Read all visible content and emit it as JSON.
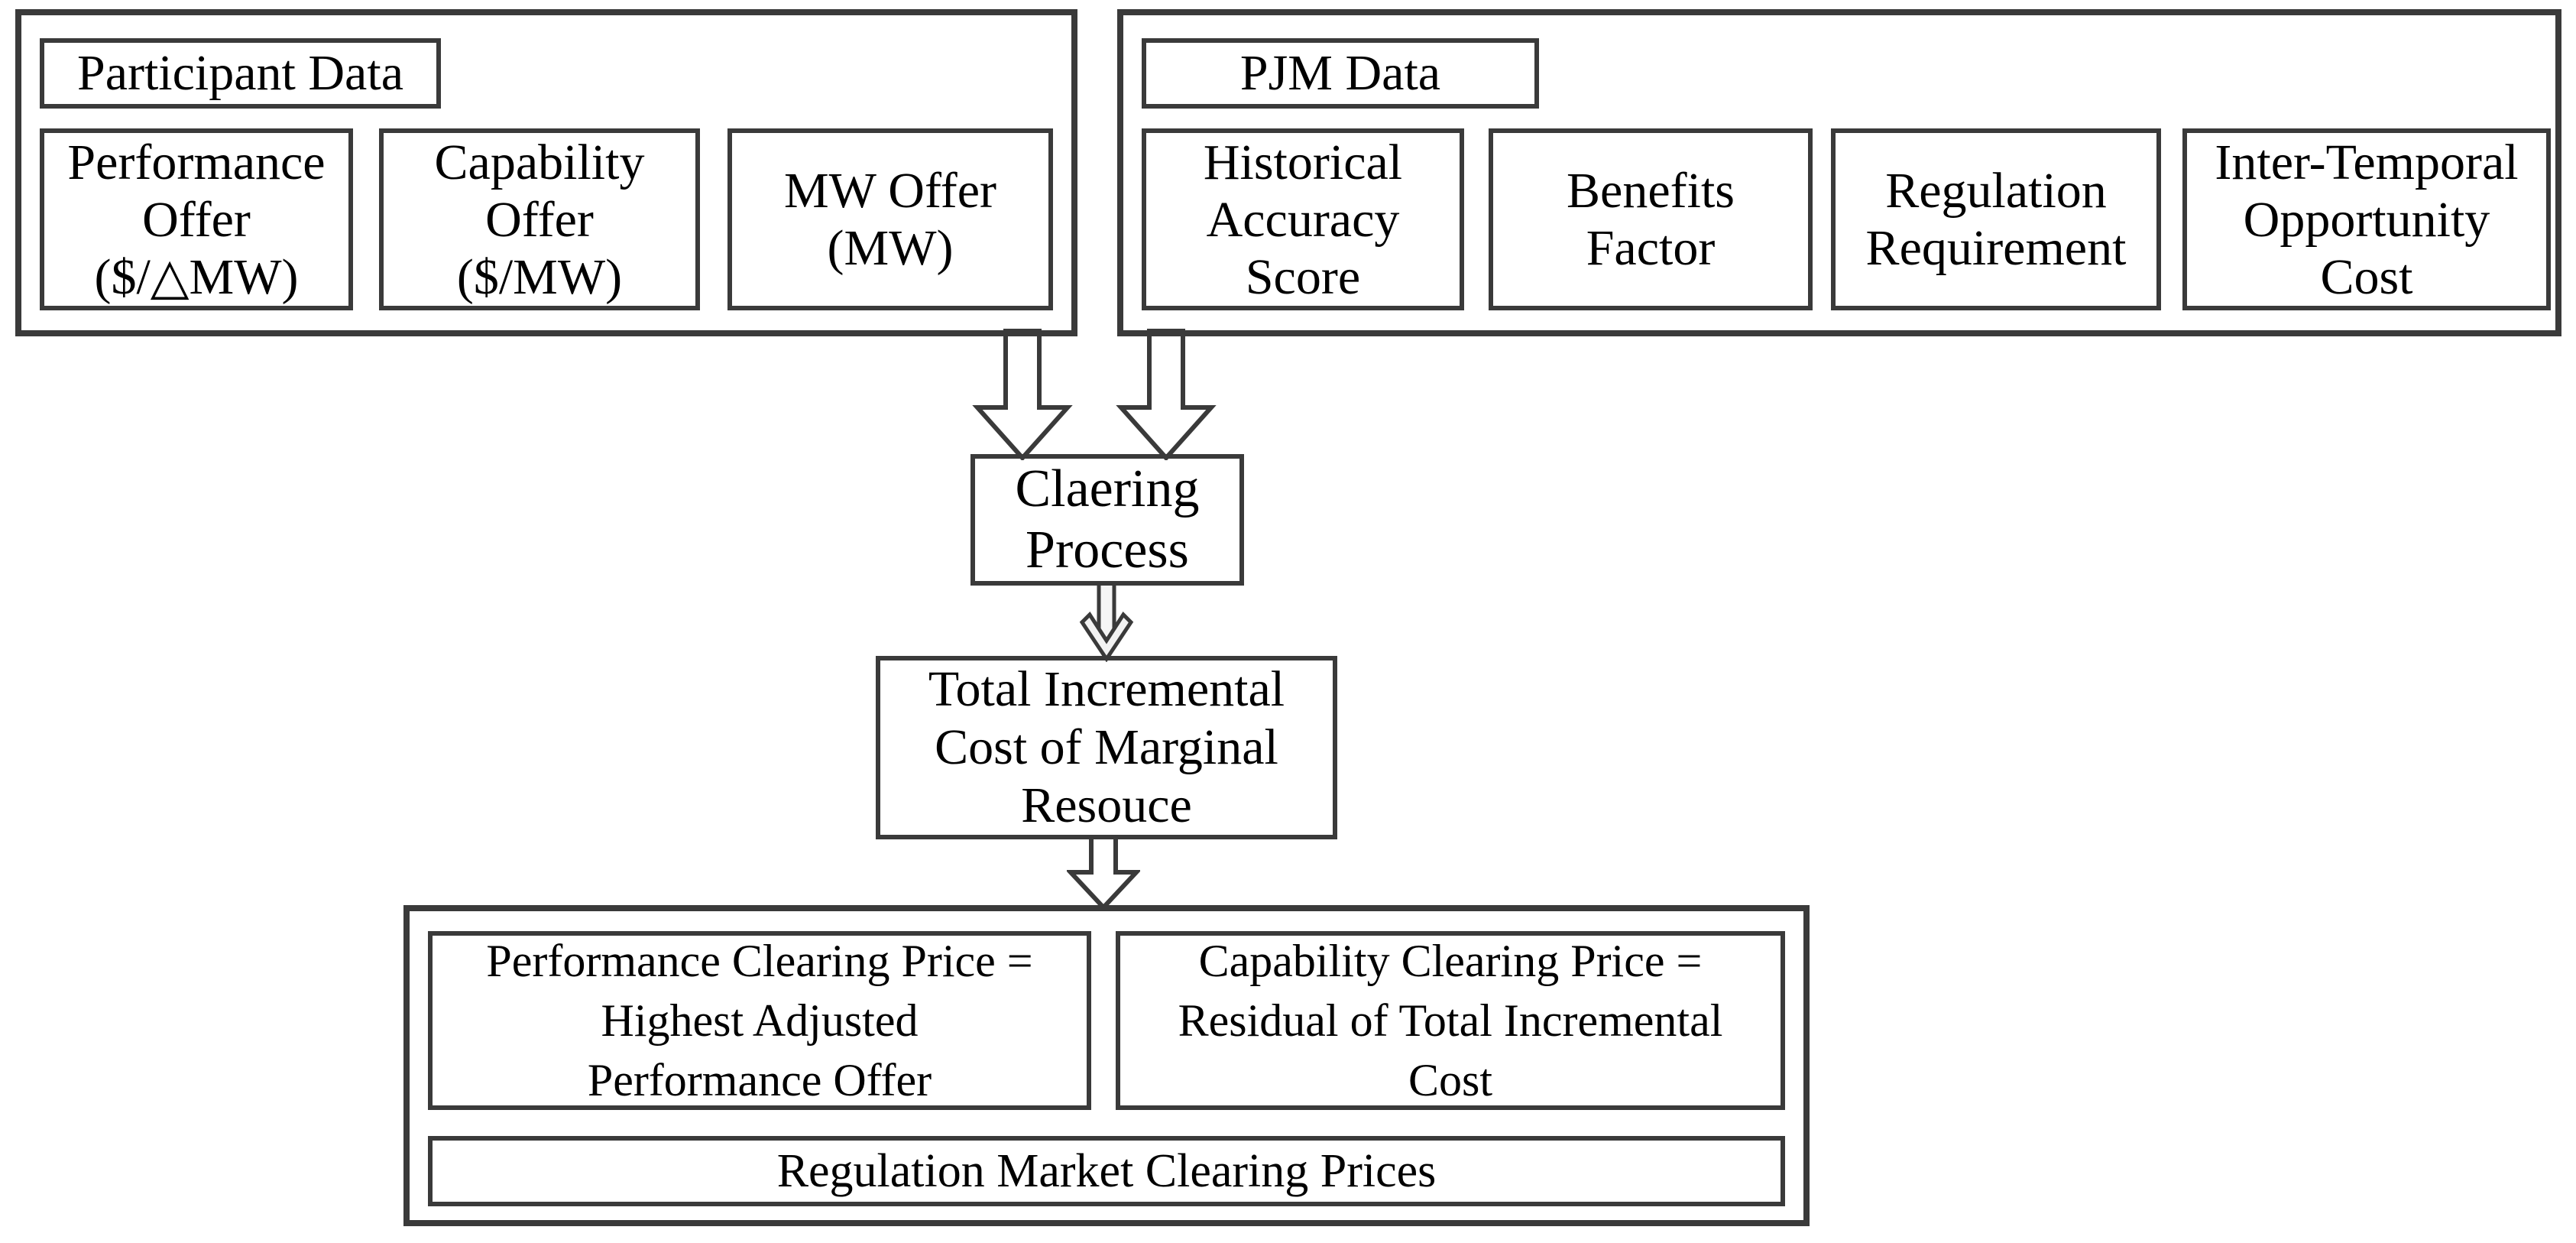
{
  "figure": {
    "type": "flow-diagram",
    "colors": {
      "line": "#3a3a3a",
      "text": "#000000",
      "arrow_fill": "#ffffff",
      "chevron_fill": "#f2f2f2",
      "background": "#ffffff"
    }
  },
  "participant_group": {
    "title": "Participant Data",
    "boxes": [
      {
        "label": "Performance\nOffer\n($/△MW)"
      },
      {
        "label": "Capability\nOffer\n($/MW)"
      },
      {
        "label": "MW Offer\n(MW)"
      }
    ]
  },
  "pjm_group": {
    "title": "PJM Data",
    "boxes": [
      {
        "label": "Historical\nAccuracy\nScore"
      },
      {
        "label": "Benefits\nFactor"
      },
      {
        "label": "Regulation\nRequirement"
      },
      {
        "label": "Inter-Temporal\nOpportunity\nCost"
      }
    ]
  },
  "clearing_process": {
    "label": "Claering\nProcess"
  },
  "total_incremental": {
    "label": "Total Incremental\nCost of Marginal\nResouce"
  },
  "results_group": {
    "performance_box": {
      "label": "Performance Clearing Price =\nHighest Adjusted\nPerformance Offer"
    },
    "capability_box": {
      "label": "Capability Clearing Price =\nResidual of Total Incremental\nCost"
    },
    "footer_box": {
      "label": "Regulation Market Clearing Prices"
    }
  },
  "arrows": [
    {
      "name": "participant-to-clearing",
      "style": "block-arrow-down"
    },
    {
      "name": "pjm-to-clearing",
      "style": "block-arrow-down"
    },
    {
      "name": "clearing-to-total",
      "style": "chevron-arrow-down"
    },
    {
      "name": "total-to-results",
      "style": "block-arrow-down"
    }
  ]
}
